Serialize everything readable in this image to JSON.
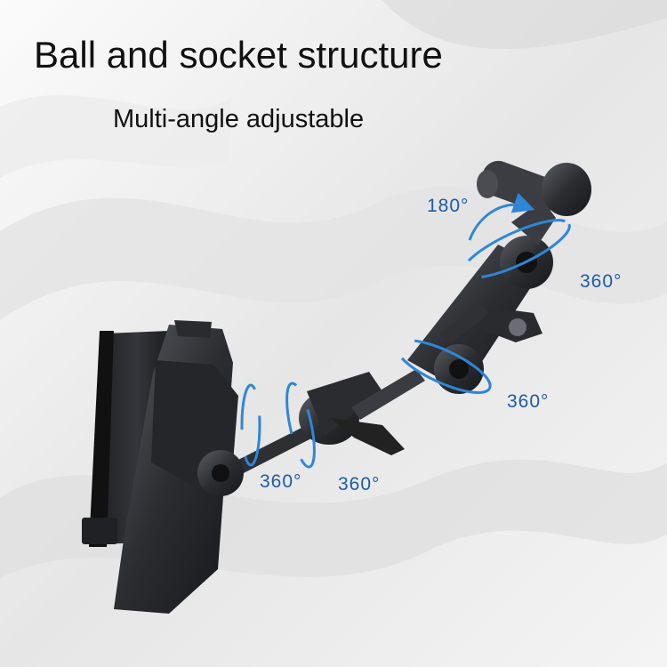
{
  "headline": "Ball and socket structure",
  "subheadline": "Multi-angle adjustable",
  "rotation_labels": {
    "top": "180°",
    "upper_right": "360°",
    "middle_right": "360°",
    "lower_center_left": "360°",
    "lower_center_right": "360°"
  },
  "colors": {
    "background": "#f1f1f1",
    "text": "#111111",
    "label_blue": "#1d5aa6",
    "arrow_blue": "#2f86d6",
    "metal_dark": "#2b2d31"
  },
  "icons": [
    "rotation-arrow-icon",
    "degree-label"
  ]
}
